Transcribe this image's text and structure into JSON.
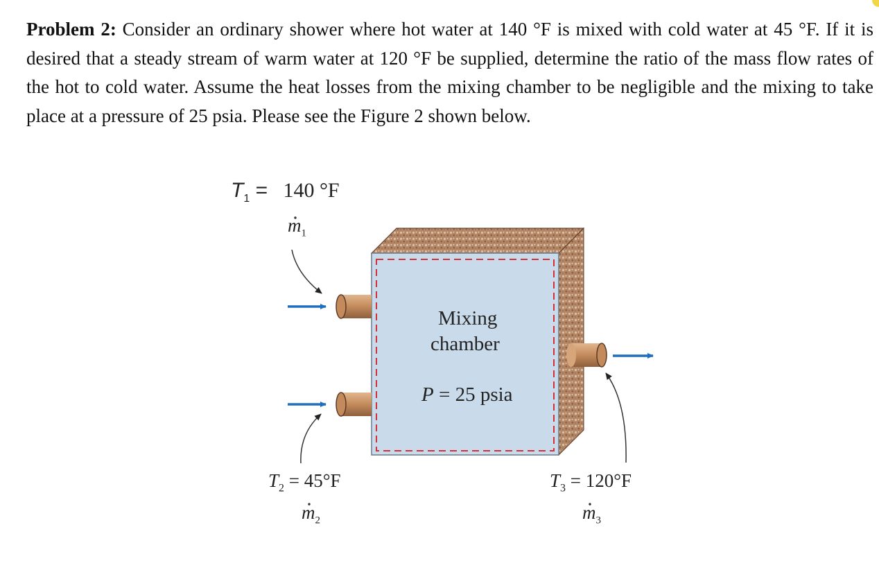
{
  "problem": {
    "heading": "Problem 2:",
    "text": " Consider an ordinary shower where hot water at 140 °F is mixed with cold water at 45 °F. If it is desired that a steady stream of warm water at 120 °F be supplied, determine the ratio of the mass flow rates of the hot to cold water. Assume the heat losses from the mixing chamber to be negligible and the mixing to take place at a pressure of 25 psia. Please see the Figure 2 shown below."
  },
  "figure": {
    "inlet1": {
      "temp_symbol": "T",
      "temp_sub": "1",
      "temp_eq": " = ",
      "temp_value": "140 °F",
      "flow_symbol": "m",
      "flow_sub": "1"
    },
    "inlet2": {
      "temp_symbol": "T",
      "temp_sub": "2",
      "temp_value": " = 45°F",
      "flow_symbol": "m",
      "flow_sub": "2"
    },
    "outlet": {
      "temp_symbol": "T",
      "temp_sub": "3",
      "temp_value": " = 120°F",
      "flow_symbol": "m",
      "flow_sub": "3"
    },
    "chamber": {
      "line1": "Mixing",
      "line2": "chamber",
      "pressure_symbol": "P",
      "pressure_value": " = 25 psia"
    },
    "colors": {
      "chamber_fill": "#c9daea",
      "insulation": "#b98c6d",
      "boundary": "#d0303a",
      "arrow": "#1f6fc0",
      "pipe": "#c99264"
    }
  }
}
